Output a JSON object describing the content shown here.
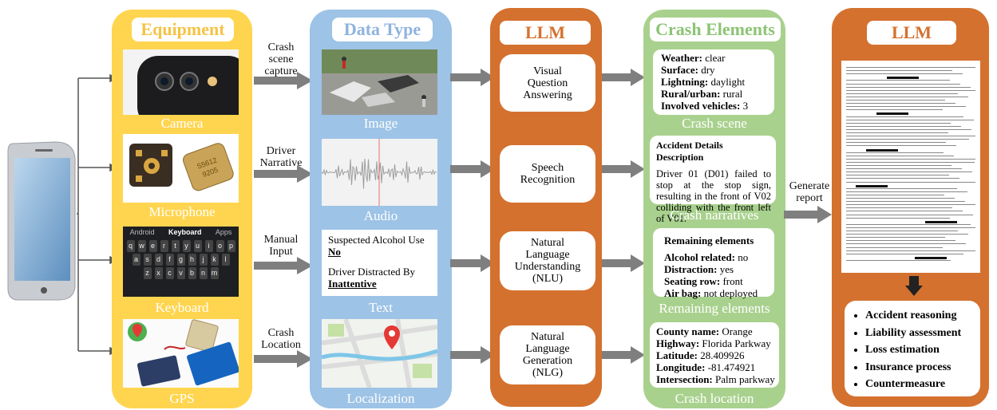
{
  "colors": {
    "equipment_bg": "#FFD54F",
    "equipment_title": "#F5C344",
    "datatype_bg": "#9DC3E6",
    "datatype_title": "#8FB3DF",
    "llm_bg": "#D4712F",
    "llm_title": "#D4712F",
    "elements_bg": "#A9D18E",
    "elements_title": "#8CC474",
    "arrow": "#7F7F7F"
  },
  "equipment": {
    "title": "Equipment",
    "items": [
      "Camera",
      "Microphone",
      "Keyboard",
      "GPS"
    ]
  },
  "inputs": [
    {
      "label": "Crash scene capture",
      "lines": [
        "Crash",
        "scene",
        "capture"
      ]
    },
    {
      "label": "Driver Narrative",
      "lines": [
        "Driver",
        "Narrative"
      ]
    },
    {
      "label": "Manual Input",
      "lines": [
        "Manual",
        "Input"
      ]
    },
    {
      "label": "Crash Location",
      "lines": [
        "Crash",
        "Location"
      ]
    }
  ],
  "data_type": {
    "title": "Data Type",
    "items": [
      "Image",
      "Audio",
      "Text",
      "Localization"
    ],
    "text_sample": {
      "q1": "Suspected Alcohol Use",
      "a1": "No",
      "q2": "Driver Distracted By",
      "a2": "Inattentive"
    }
  },
  "llm1": {
    "title": "LLM",
    "tasks": [
      [
        "Visual",
        "Question",
        "Answering"
      ],
      [
        "Speech",
        "Recognition"
      ],
      [
        "Natural",
        "Language",
        "Understanding",
        "(NLU)"
      ],
      [
        "Natural",
        "Language",
        "Generation",
        "(NLG)"
      ]
    ]
  },
  "crash_elements": {
    "title": "Crash Elements",
    "scene": {
      "label": "Crash scene",
      "rows": [
        {
          "k": "Weather:",
          "v": " clear"
        },
        {
          "k": "Surface:",
          "v": " dry"
        },
        {
          "k": "Lightning:",
          "v": " daylight"
        },
        {
          "k": "Rural/urban:",
          "v": " rural"
        },
        {
          "k": "Involved vehicles:",
          "v": " 3"
        }
      ],
      "more": "..."
    },
    "narrative": {
      "label": "Crash narratives",
      "heading": "Accident Details Description",
      "body": "Driver 01 (D01) failed to stop at the stop sign, resulting in the front of V02 colliding with the front left of V01."
    },
    "remaining": {
      "label": "Remaining elements",
      "heading": "Remaining elements",
      "rows": [
        {
          "k": "Alcohol related:",
          "v": " no"
        },
        {
          "k": "Distraction:",
          "v": " yes"
        },
        {
          "k": "Seating row:",
          "v": " front"
        },
        {
          "k": "Air bag:",
          "v": " not deployed"
        }
      ]
    },
    "location": {
      "label": "Crash location",
      "rows": [
        {
          "k": "County name:",
          "v": " Orange"
        },
        {
          "k": "Highway:",
          "v": " Florida Parkway"
        },
        {
          "k": "Latitude:",
          "v": " 28.409926"
        },
        {
          "k": "Longitude:",
          "v": " -81.474921"
        },
        {
          "k": "Intersection:",
          "v": " Palm parkway"
        }
      ]
    }
  },
  "generate": {
    "lines": [
      "Generate",
      "report"
    ]
  },
  "llm2": {
    "title": "LLM",
    "outputs": [
      "Accident reasoning",
      "Liability assessment",
      "Loss estimation",
      "Insurance process",
      "Countermeasure"
    ]
  },
  "keyboard": {
    "tabs": [
      "Android",
      "Keyboard",
      "Apps"
    ],
    "row1": [
      "q",
      "w",
      "e",
      "r",
      "t",
      "y",
      "u",
      "i",
      "o",
      "p"
    ],
    "row2": [
      "a",
      "s",
      "d",
      "f",
      "g",
      "h",
      "j",
      "k",
      "l"
    ],
    "row3": [
      "z",
      "x",
      "c",
      "v",
      "b",
      "n",
      "m"
    ]
  }
}
